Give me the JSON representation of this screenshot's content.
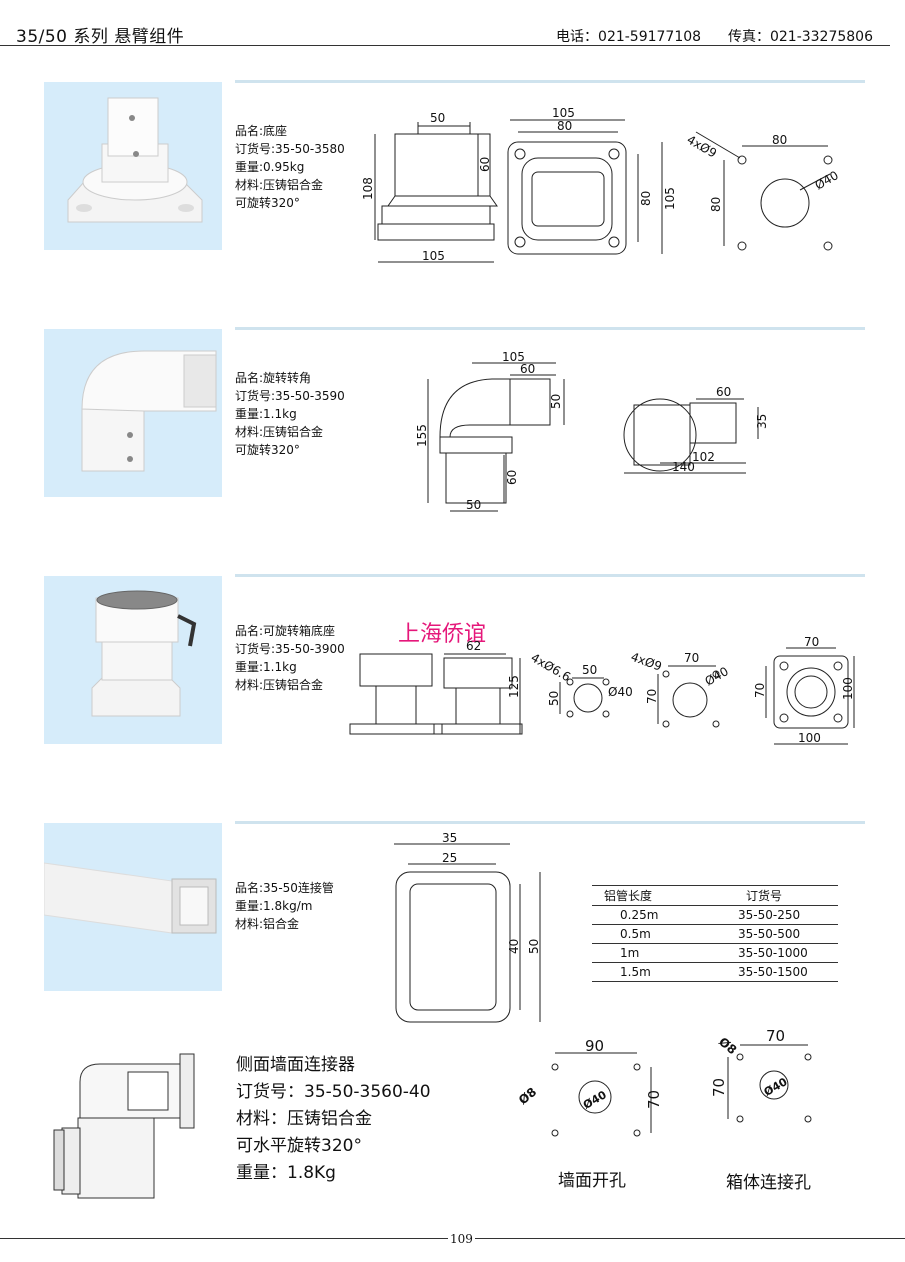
{
  "header": {
    "title": "35/50 系列 悬臂组件",
    "phone": "电话：021-59177108",
    "fax": "传真：021-33275806"
  },
  "products": [
    {
      "name": "品名:底座",
      "order": "订货号:35-50-3580",
      "weight": "重量:0.95kg",
      "material": "材料:压铸铝合金",
      "note": "可旋转320°",
      "dims": [
        "50",
        "60",
        "108",
        "105",
        "105",
        "80",
        "80",
        "105",
        "4xØ9",
        "80",
        "80",
        "Ø40"
      ]
    },
    {
      "name": "品名:旋转转角",
      "order": "订货号:35-50-3590",
      "weight": "重量:1.1kg",
      "material": "材料:压铸铝合金",
      "note": "可旋转320°",
      "dims": [
        "105",
        "60",
        "50",
        "155",
        "60",
        "50",
        "60",
        "35",
        "102",
        "140"
      ]
    },
    {
      "name": "品名:可旋转箱底座",
      "order": "订货号:35-50-3900",
      "weight": "重量:1.1kg",
      "material": "材料:压铸铝合金",
      "dims": [
        "62",
        "125",
        "4xØ6.6",
        "50",
        "50",
        "Ø40",
        "4xØ9",
        "70",
        "70",
        "Ø40",
        "70",
        "70",
        "100",
        "100"
      ]
    },
    {
      "name": "品名:35-50连接管",
      "weight": "重量:1.8kg/m",
      "material": "材料:铝合金",
      "dims": [
        "35",
        "25",
        "40",
        "50"
      ]
    }
  ],
  "watermark": "上海侨谊",
  "length_table": {
    "headers": [
      "铝管长度",
      "订货号"
    ],
    "rows": [
      [
        "0.25m",
        "35-50-250"
      ],
      [
        "0.5m",
        "35-50-500"
      ],
      [
        "1m",
        "35-50-1000"
      ],
      [
        "1.5m",
        "35-50-1500"
      ]
    ]
  },
  "side_connector": {
    "name": "侧面墙面连接器",
    "order": "订货号：35-50-3560-40",
    "material": "材料：压铸铝合金",
    "note": "可水平旋转320°",
    "weight": "重量：1.8Kg",
    "wall_dims": [
      "90",
      "70",
      "Ø8",
      "Ø40"
    ],
    "box_dims": [
      "70",
      "70",
      "Ø8",
      "Ø40"
    ],
    "wall_caption": "墙面开孔",
    "box_caption": "箱体连接孔"
  },
  "page_number": "109",
  "colors": {
    "photo_bg": "#d6ecfa",
    "section_line": "#cfe3ee",
    "watermark": "#e5177a"
  }
}
